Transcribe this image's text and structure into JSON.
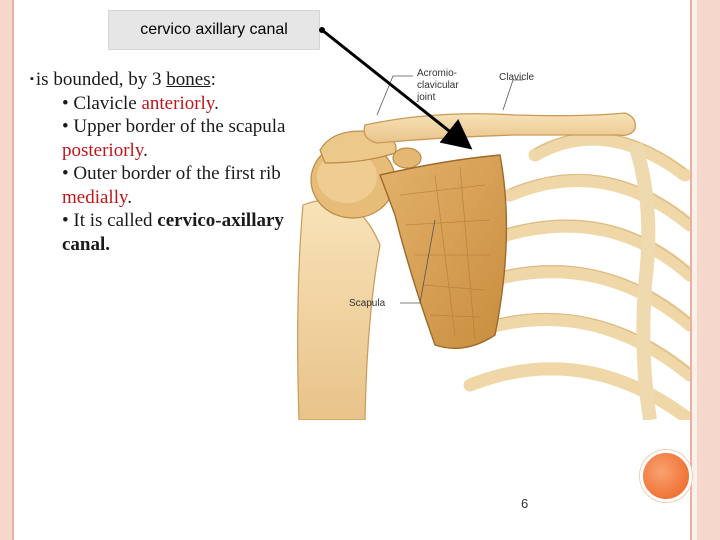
{
  "title": "cervico axillary canal",
  "intro": {
    "prefix": "is bounded, by 3 ",
    "underlined": "bones",
    "suffix": ":"
  },
  "bullets": [
    {
      "bullet": "• ",
      "text": "Clavicle ",
      "highlight": "anteriorly",
      "end": "."
    },
    {
      "bullet": "• ",
      "text": "Upper border of the scapula ",
      "highlight": "posteriorly",
      "end": "."
    },
    {
      "bullet": "• ",
      "text": "Outer border of the first rib ",
      "highlight": "medially",
      "end": "."
    },
    {
      "bullet": "• ",
      "text": "It is called ",
      "bold": "cervico-axillary canal."
    }
  ],
  "figure_labels": {
    "acromio": "Acromio-",
    "clavicular": "clavicular",
    "joint": "joint",
    "clavicle": "Clavicle",
    "scapula": "Scapula"
  },
  "slide_number": "6",
  "colors": {
    "highlight": "#c0161a",
    "frame": "#f6d7cc",
    "accent_dot": "#f07436",
    "bone": "#f3d9a4"
  }
}
